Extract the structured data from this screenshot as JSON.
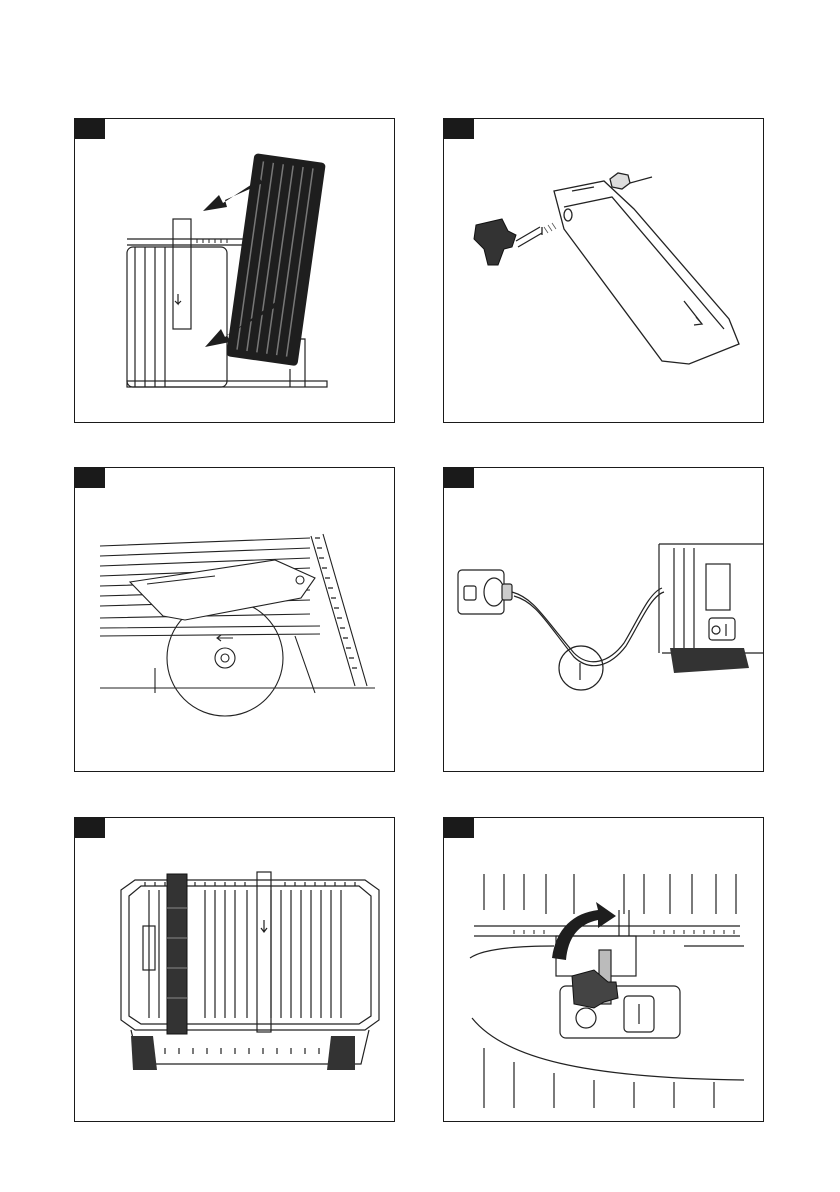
{
  "panels": [
    {
      "tab": "",
      "figure": "guard-removal-illustration"
    },
    {
      "tab": "",
      "figure": "guard-bolt-assembly-illustration"
    },
    {
      "tab": "",
      "figure": "blade-guard-installed-illustration"
    },
    {
      "tab": "",
      "figure": "power-plug-illustration"
    },
    {
      "tab": "",
      "figure": "saw-top-view-illustration"
    },
    {
      "tab": "",
      "figure": "locking-knob-illustration"
    }
  ]
}
